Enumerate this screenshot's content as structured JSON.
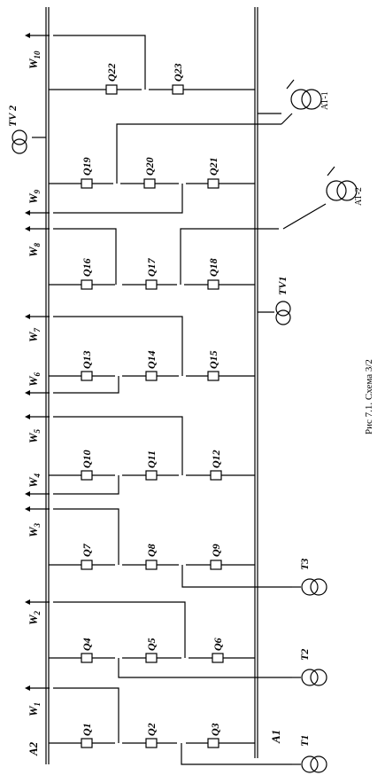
{
  "caption": "Рис 7.1. Схема 3/2",
  "buses": {
    "left": "А2",
    "right": "А1"
  },
  "breakers": {
    "Q1": "Q1",
    "Q2": "Q2",
    "Q3": "Q3",
    "Q4": "Q4",
    "Q5": "Q5",
    "Q6": "Q6",
    "Q7": "Q7",
    "Q8": "Q8",
    "Q9": "Q9",
    "Q10": "Q10",
    "Q11": "Q11",
    "Q12": "Q12",
    "Q13": "Q13",
    "Q14": "Q14",
    "Q15": "Q15",
    "Q16": "Q16",
    "Q17": "Q17",
    "Q18": "Q18",
    "Q19": "Q19",
    "Q20": "Q20",
    "Q21": "Q21",
    "Q22": "Q22",
    "Q23": "Q23"
  },
  "lines": {
    "W1": "W",
    "W1s": "1",
    "W2": "W",
    "W2s": "2",
    "W3": "W",
    "W3s": "3",
    "W4": "W",
    "W4s": "4",
    "W5": "W",
    "W5s": "5",
    "W6": "W",
    "W6s": "6",
    "W7": "W",
    "W7s": "7",
    "W8": "W",
    "W8s": "8",
    "W9": "W",
    "W9s": "9",
    "W10": "W",
    "W10s": "10"
  },
  "transformers": {
    "T1": "T1",
    "T2": "T2",
    "T3": "T3",
    "TV1": "TV1",
    "TV2": "TV 2",
    "AT1": "АТ-1",
    "AT2": "АТ-2"
  }
}
